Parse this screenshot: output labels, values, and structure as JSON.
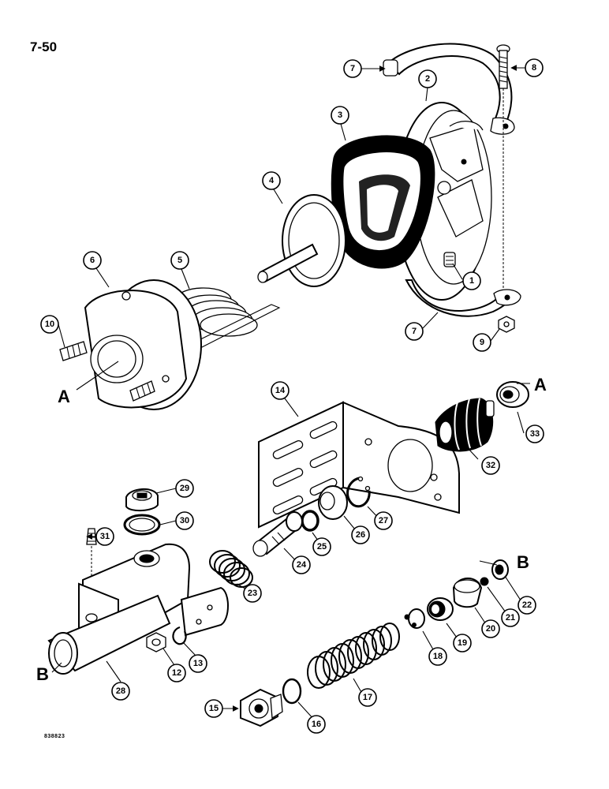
{
  "page_number": "7-50",
  "figure_code": "838823",
  "reference_letters": {
    "a": "A",
    "b": "B"
  },
  "callouts": [
    "1",
    "2",
    "3",
    "4",
    "5",
    "6",
    "7",
    "7",
    "8",
    "9",
    "10",
    "12",
    "13",
    "14",
    "15",
    "16",
    "17",
    "18",
    "19",
    "20",
    "21",
    "22",
    "23",
    "24",
    "25",
    "26",
    "27",
    "28",
    "29",
    "30",
    "31",
    "32",
    "33"
  ]
}
